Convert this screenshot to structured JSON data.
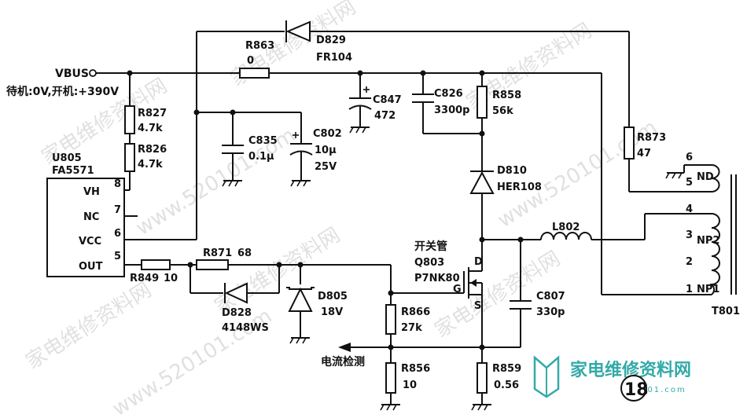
{
  "labels": {
    "vbus": "VBUS",
    "standby": "待机:0V,开机:+390V",
    "u805": "U805",
    "fa5571": "FA5571",
    "vh": "VH",
    "nc": "NC",
    "vcc": "VCC",
    "out": "OUT",
    "pin8": "8",
    "pin7": "7",
    "pin6": "6",
    "pin5": "5",
    "r863": "R863",
    "r863v": "0",
    "d829": "D829",
    "fr104": "FR104",
    "r827": "R827",
    "r827v": "4.7k",
    "r826": "R826",
    "r826v": "4.7k",
    "c835": "C835",
    "c835v": "0.1μ",
    "c802": "C802",
    "c802v": "10μ",
    "c802v2": "25V",
    "c847": "C847",
    "c847v": "472",
    "c826": "C826",
    "c826v": "3300p",
    "r858": "R858",
    "r858v": "56k",
    "r873": "R873",
    "r873v": "47",
    "d810": "D810",
    "her108": "HER108",
    "l802": "L802",
    "switch": "开关管",
    "q803": "Q803",
    "p7nk80": "P7NK80",
    "g": "G",
    "d": "D",
    "s": "S",
    "r871": "R871",
    "r871v": "68",
    "r849": "R849",
    "r849v": "10",
    "d828": "D828",
    "d828v": "4148WS",
    "d805": "D805",
    "d805v": "18V",
    "r866": "R866",
    "r866v": "27k",
    "c807": "C807",
    "c807v": "330p",
    "current": "电流检测",
    "r856": "R856",
    "r856v": "10",
    "r859": "R859",
    "r859v": "0.56",
    "t801": "T801",
    "nd": "ND",
    "np2": "NP2",
    "np1": "NP1",
    "t6": "6",
    "t5": "5",
    "t4": "4",
    "t3": "3",
    "t2": "2",
    "t1": "1",
    "page_num": "18"
  },
  "watermark": {
    "text_a": "家电维修资料网",
    "text_b": "www.520101.com",
    "logo_main": "家电维修资料网",
    "logo_sub": "520101.com"
  }
}
